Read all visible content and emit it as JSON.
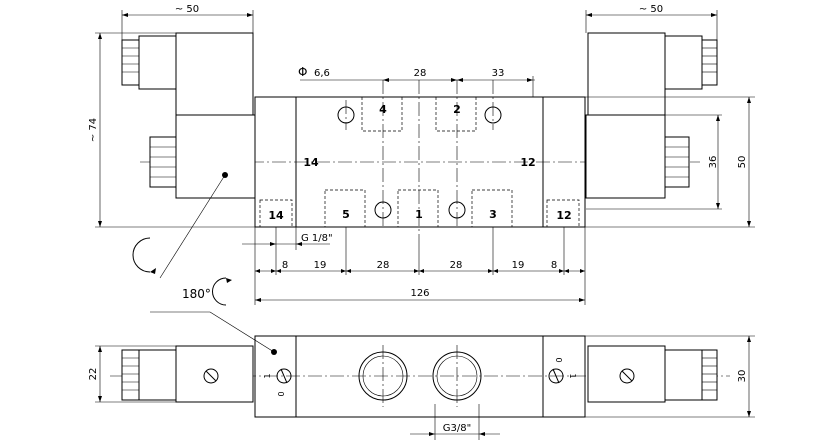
{
  "dimensions": {
    "coil_width_left": "~ 50",
    "coil_width_right": "~ 50",
    "overall_height": "~ 74",
    "hole_diameter_symbol": "Φ",
    "hole_diameter": "6,6",
    "hole_spacing_28": "28",
    "hole_spacing_33": "33",
    "height_36": "36",
    "height_50": "50",
    "pilot_thread": "G 1/8\"",
    "seg_8_left": "8",
    "seg_19_left": "19",
    "seg_28_a": "28",
    "seg_28_b": "28",
    "seg_19_right": "19",
    "seg_8_right": "8",
    "total_length": "126",
    "bottom_height_22": "22",
    "bottom_height_30": "30",
    "port_thread": "G3/8\""
  },
  "ports": {
    "p1": "1",
    "p2": "2",
    "p3": "3",
    "p4": "4",
    "p5": "5",
    "p12_face": "12",
    "p14_face": "14",
    "p12_box": "12",
    "p14_box": "14"
  },
  "rotation_label": "180°",
  "bottom_marks": {
    "left_top": "1",
    "left_bottom": "0",
    "right_top": "1",
    "right_bottom": "0"
  }
}
